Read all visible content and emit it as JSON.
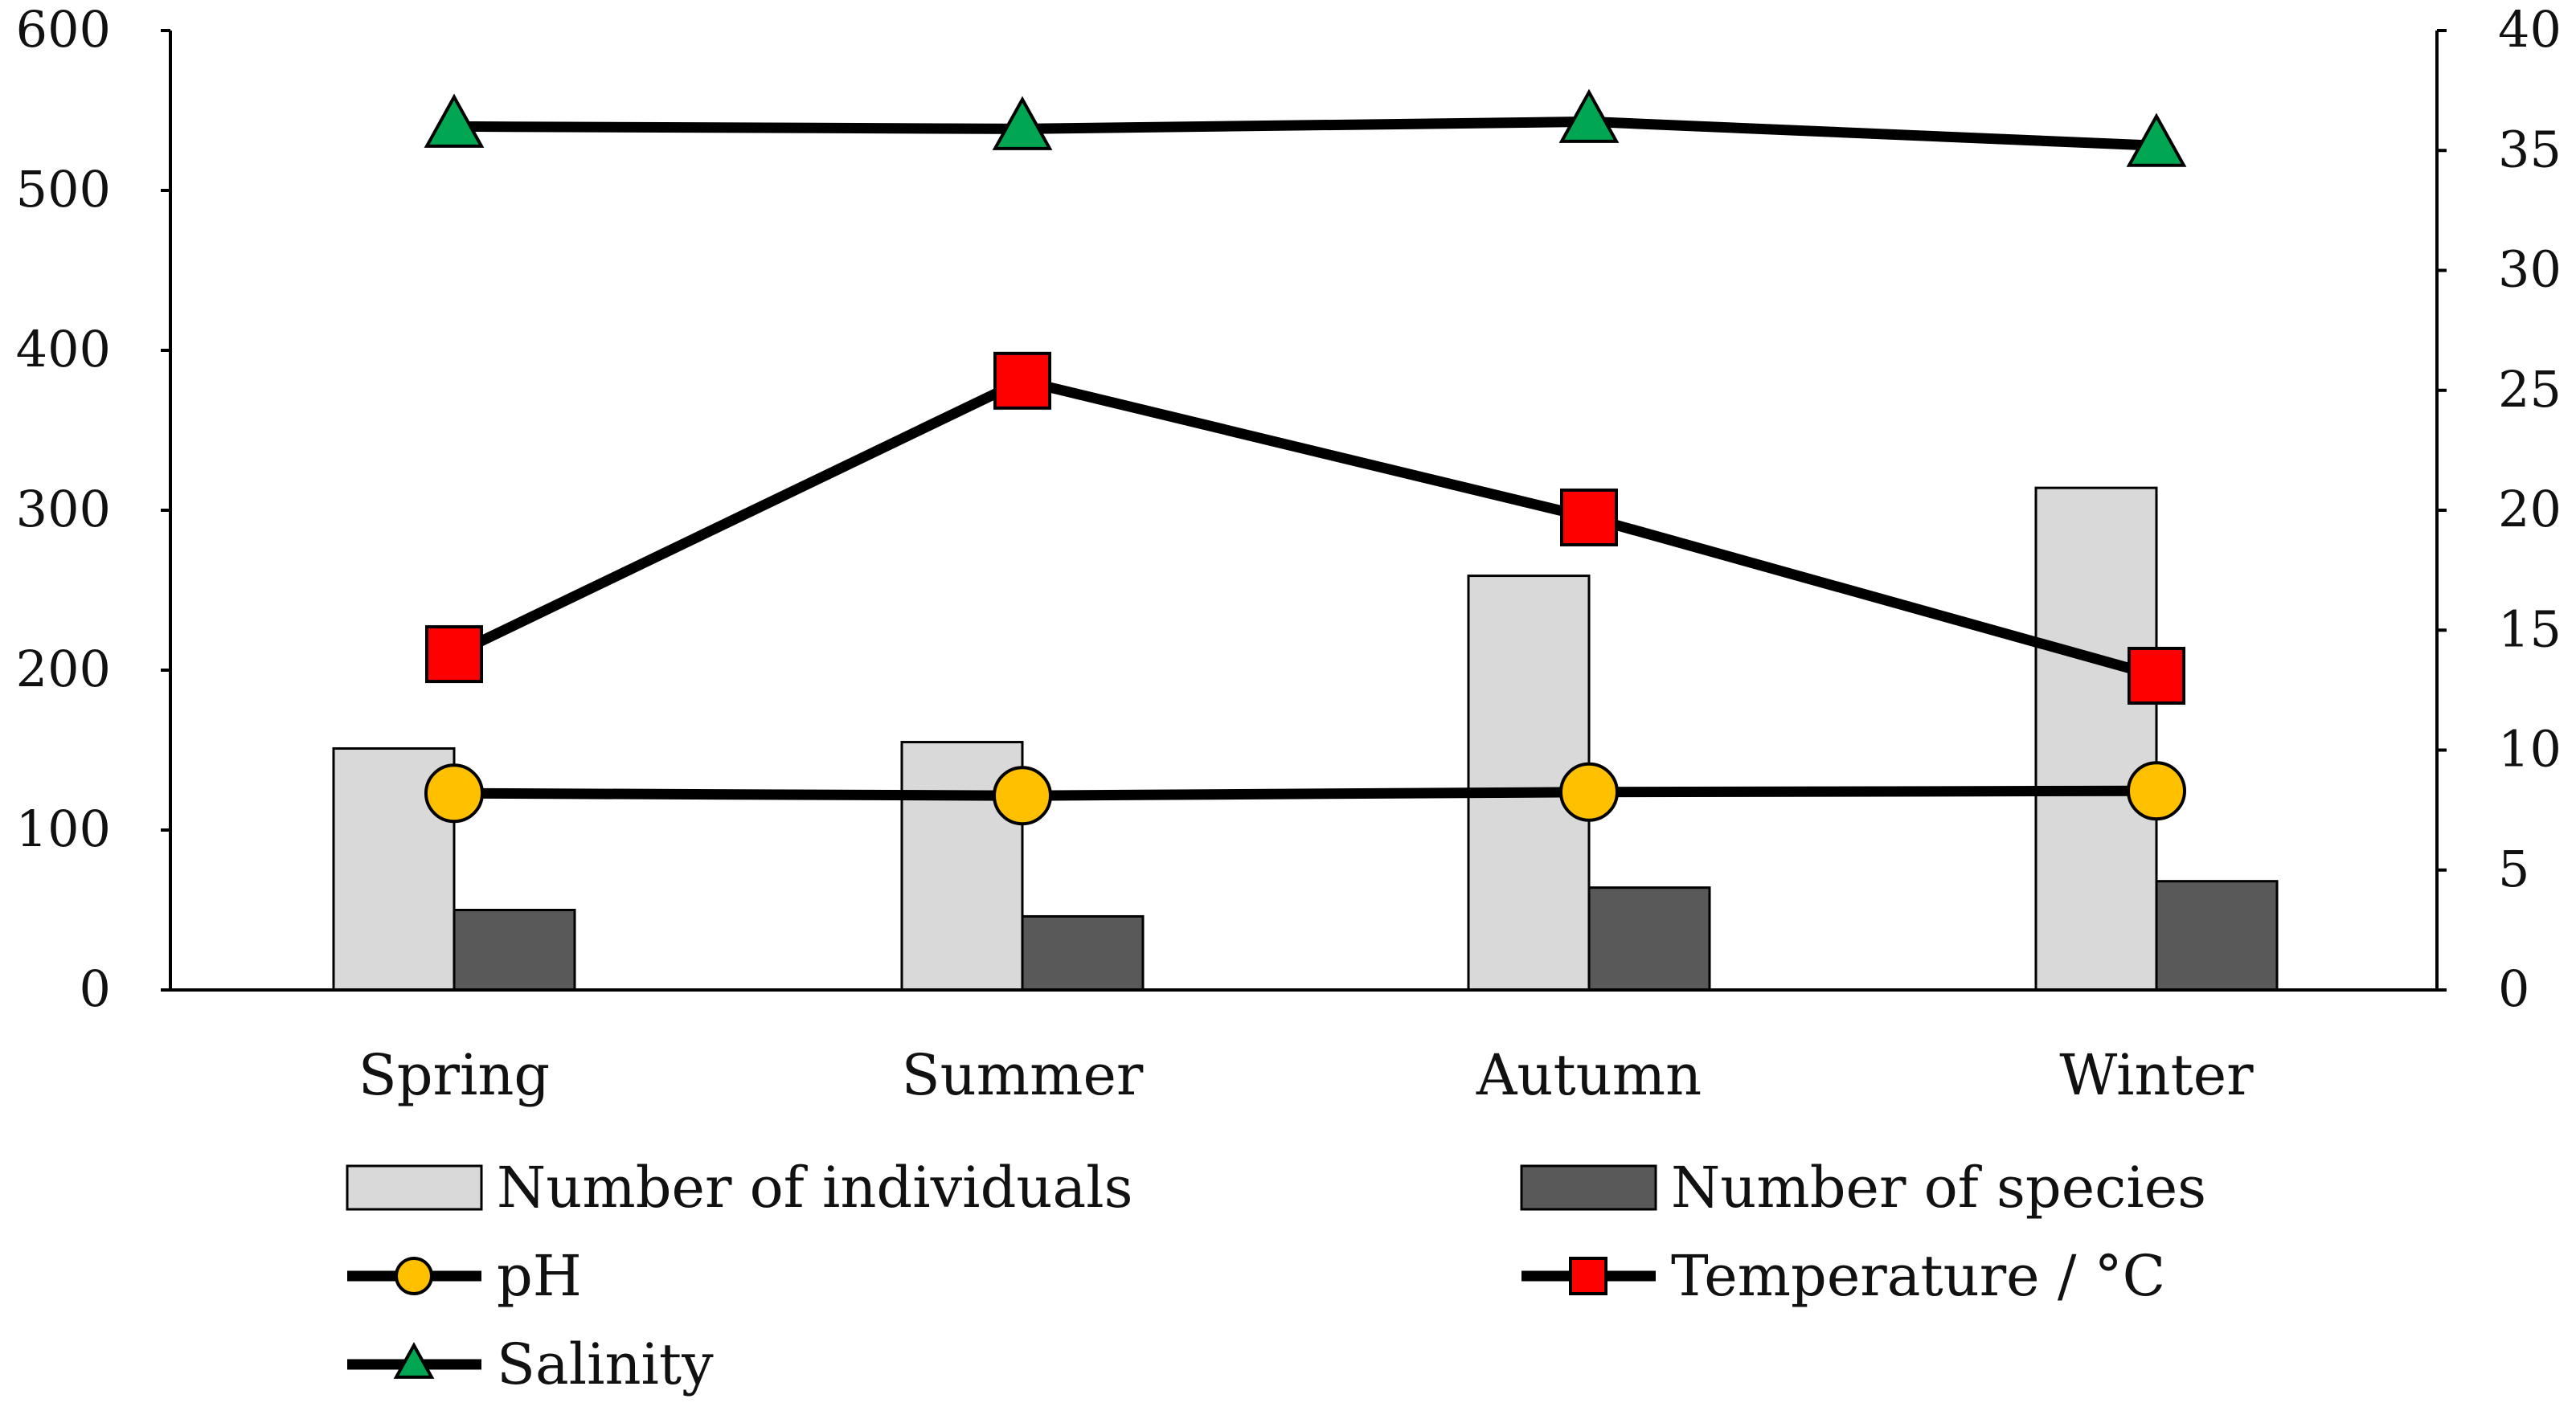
{
  "chart_data": {
    "type": "bar",
    "categories": [
      "Spring",
      "Summer",
      "Autumn",
      "Winter"
    ],
    "y_left": {
      "ticks": [
        0,
        100,
        200,
        300,
        400,
        500,
        600
      ],
      "ylim": [
        0,
        600
      ]
    },
    "y_right": {
      "ticks": [
        0,
        5,
        10,
        15,
        20,
        25,
        30,
        35,
        40
      ],
      "ylim": [
        0,
        40
      ]
    },
    "bar_series": [
      {
        "name": "Number of individuals",
        "axis": "left",
        "color": "#d9d9d9",
        "values": [
          151,
          155,
          259,
          314
        ]
      },
      {
        "name": "Number of species",
        "axis": "left",
        "color": "#595959",
        "values": [
          50,
          46,
          64,
          68
        ]
      }
    ],
    "line_series": [
      {
        "name": "pH",
        "axis": "right",
        "marker": "circle",
        "color": "#ffc000",
        "values": [
          8.2,
          8.1,
          8.25,
          8.3
        ]
      },
      {
        "name": "Temperature / °C",
        "axis": "right",
        "marker": "square",
        "color": "#ff0000",
        "values": [
          14,
          25.4,
          19.7,
          13.1
        ]
      },
      {
        "name": "Salinity",
        "axis": "right",
        "marker": "triangle",
        "color": "#00a651",
        "values": [
          36,
          35.9,
          36.2,
          35.2
        ]
      }
    ],
    "legend": {
      "placement": "bottom",
      "entries": [
        "Number of individuals",
        "Number of species",
        "pH",
        "Temperature / °C",
        "Salinity"
      ]
    },
    "grid": false
  }
}
